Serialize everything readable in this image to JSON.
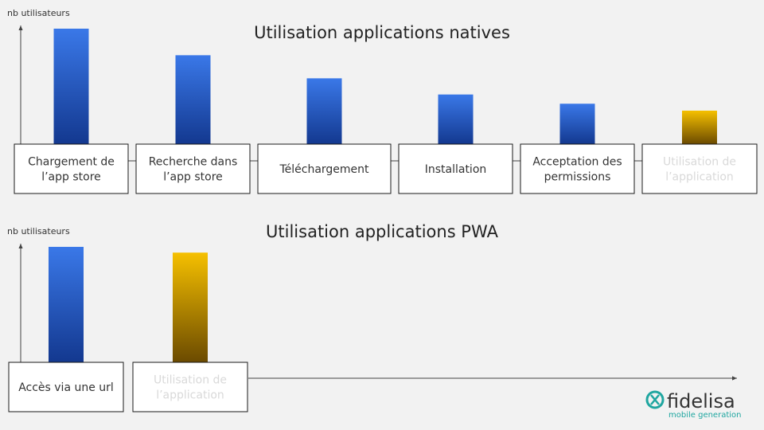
{
  "colors": {
    "bar_blue_top": "#3a78e8",
    "bar_blue_bottom": "#13388f",
    "bar_gold_top": "#f5c000",
    "bar_gold_bottom": "#6b4a00",
    "highlight_box_top": "#2a2a2a",
    "highlight_box_bottom": "#000000",
    "brand_teal": "#1fa6a0"
  },
  "chart_data": [
    {
      "type": "bar",
      "title": "Utilisation applications natives",
      "ylabel": "nb utilisateurs",
      "xlabel": "",
      "categories": [
        "Chargement de l’app store",
        "Recherche dans l’app store",
        "Téléchargement",
        "Installation",
        "Acceptation des permissions",
        "Utilisation de l’application"
      ],
      "category_lines": [
        [
          "Chargement de",
          "l’app store"
        ],
        [
          "Recherche dans",
          "l’app store"
        ],
        [
          "Téléchargement"
        ],
        [
          "Installation"
        ],
        [
          "Acceptation des",
          "permissions"
        ],
        [
          "Utilisation de",
          "l’application"
        ]
      ],
      "values": [
        100,
        77,
        57,
        43,
        35,
        29
      ],
      "highlight": [
        false,
        false,
        false,
        false,
        false,
        true
      ],
      "ylim": [
        0,
        100
      ],
      "grid": false,
      "legend": "none"
    },
    {
      "type": "bar",
      "title": "Utilisation applications PWA",
      "ylabel": "nb utilisateurs",
      "xlabel": "",
      "categories": [
        "Accès via une url",
        "Utilisation de l’application"
      ],
      "category_lines": [
        [
          "Accès via une url"
        ],
        [
          "Utilisation de",
          "l’application"
        ]
      ],
      "values": [
        100,
        95
      ],
      "highlight": [
        false,
        true
      ],
      "ylim": [
        0,
        100
      ],
      "grid": false,
      "legend": "none"
    }
  ],
  "brand": {
    "name": "fidelisa",
    "tagline": "mobile generation",
    "logo_icon": "fidelisa-logo-icon"
  }
}
